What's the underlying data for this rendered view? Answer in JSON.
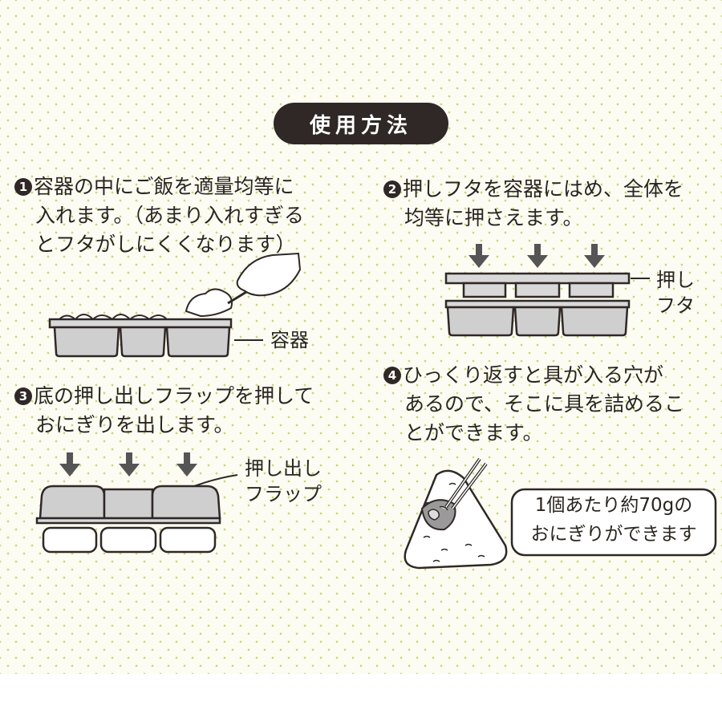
{
  "title": "使用方法",
  "steps": [
    {
      "num": "1",
      "lines": [
        "容器の中にご飯を適量均等に",
        "入れます。（あまり入れすぎる",
        "とフタがしにくくなります）"
      ]
    },
    {
      "num": "2",
      "lines": [
        "押しフタを容器にはめ、全体を",
        "均等に押さえます。"
      ]
    },
    {
      "num": "3",
      "lines": [
        "底の押し出しフラップを押して",
        "おにぎりを出します。"
      ]
    },
    {
      "num": "4",
      "lines": [
        "ひっくり返すと具が入る穴が",
        "あるので、そこに具を詰めるこ",
        "とができます。"
      ]
    }
  ],
  "labels": {
    "container": "容器",
    "push_lid": [
      "押し",
      "フタ"
    ],
    "push_flap": [
      "押し出し",
      "フラップ"
    ]
  },
  "note_box": [
    "1個あたり約70gの",
    "おにぎりができます"
  ],
  "colors": {
    "dark": "#2f2826",
    "tray": "#cfcfcf",
    "dot": "#c9d488",
    "background": "#fdfcf2"
  }
}
